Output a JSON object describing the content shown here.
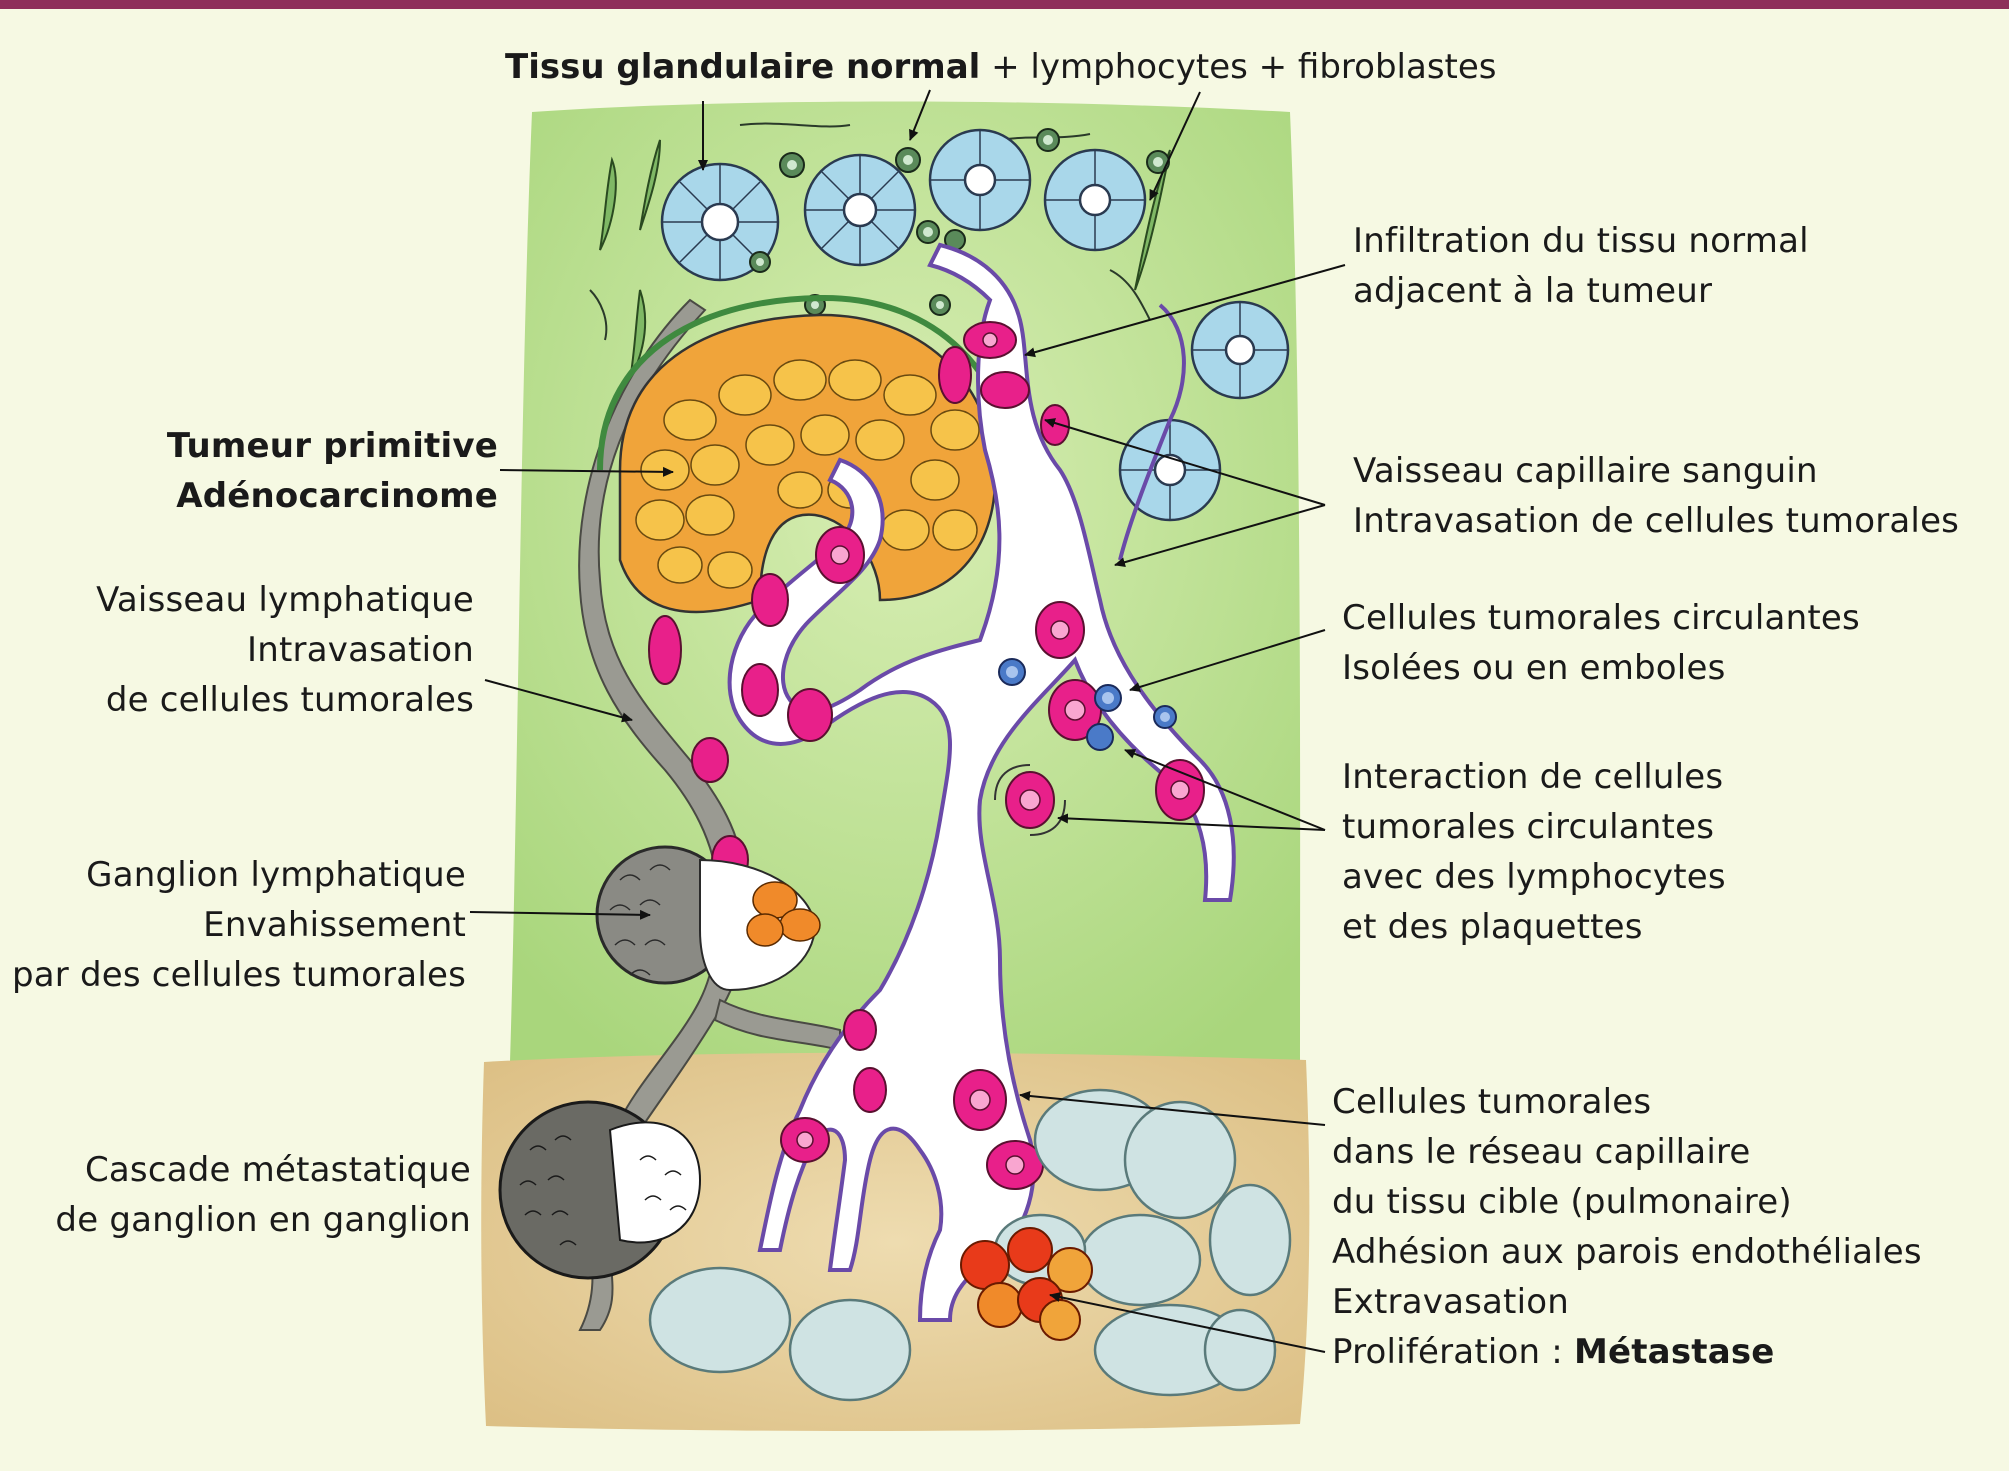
{
  "title": {
    "bold": "Tissu glandulaire normal",
    "rest": " + lymphocytes + fibroblastes"
  },
  "labels": {
    "infiltration": [
      "Infiltration du tissu normal",
      "adjacent à la tumeur"
    ],
    "capillaire": [
      "Vaisseau capillaire sanguin",
      "Intravasation de cellules tumorales"
    ],
    "circulantes": [
      "Cellules tumorales circulantes",
      "Isolées ou en emboles"
    ],
    "interaction": [
      "Interaction de cellules",
      "tumorales circulantes",
      "avec des lymphocytes",
      "et des plaquettes"
    ],
    "reseau": [
      "Cellules tumorales",
      "dans le réseau capillaire",
      "du tissu cible (pulmonaire)",
      "Adhésion aux parois endothéliales",
      "Extravasation"
    ],
    "proliferation_prefix": "Prolifération : ",
    "proliferation_bold": "Métastase",
    "tumeur": [
      "Tumeur primitive",
      "Adénocarcinome"
    ],
    "lymphatique": [
      "Vaisseau lymphatique",
      "Intravasation",
      "de cellules tumorales"
    ],
    "ganglion": [
      "Ganglion lymphatique",
      "Envahissement",
      "par des cellules tumorales"
    ],
    "cascade": [
      "Cascade métastatique",
      "de ganglion en ganglion"
    ]
  },
  "colors": {
    "frame_bar": "#8e2f5a",
    "background": "#f6f9e3",
    "tissue_green": "#b6dc8c",
    "target_tissue": "#e6cf9c",
    "tumor_orange": "#f0a43a",
    "tumor_cell_pink": "#e8208a",
    "metastasis_red": "#e83a1a",
    "vessel_purple": "#6a4aa8",
    "lymph_grey": "#9a9a92",
    "gland_blue": "#a9d7ea",
    "alveoli_blue": "#cfe3e3"
  }
}
